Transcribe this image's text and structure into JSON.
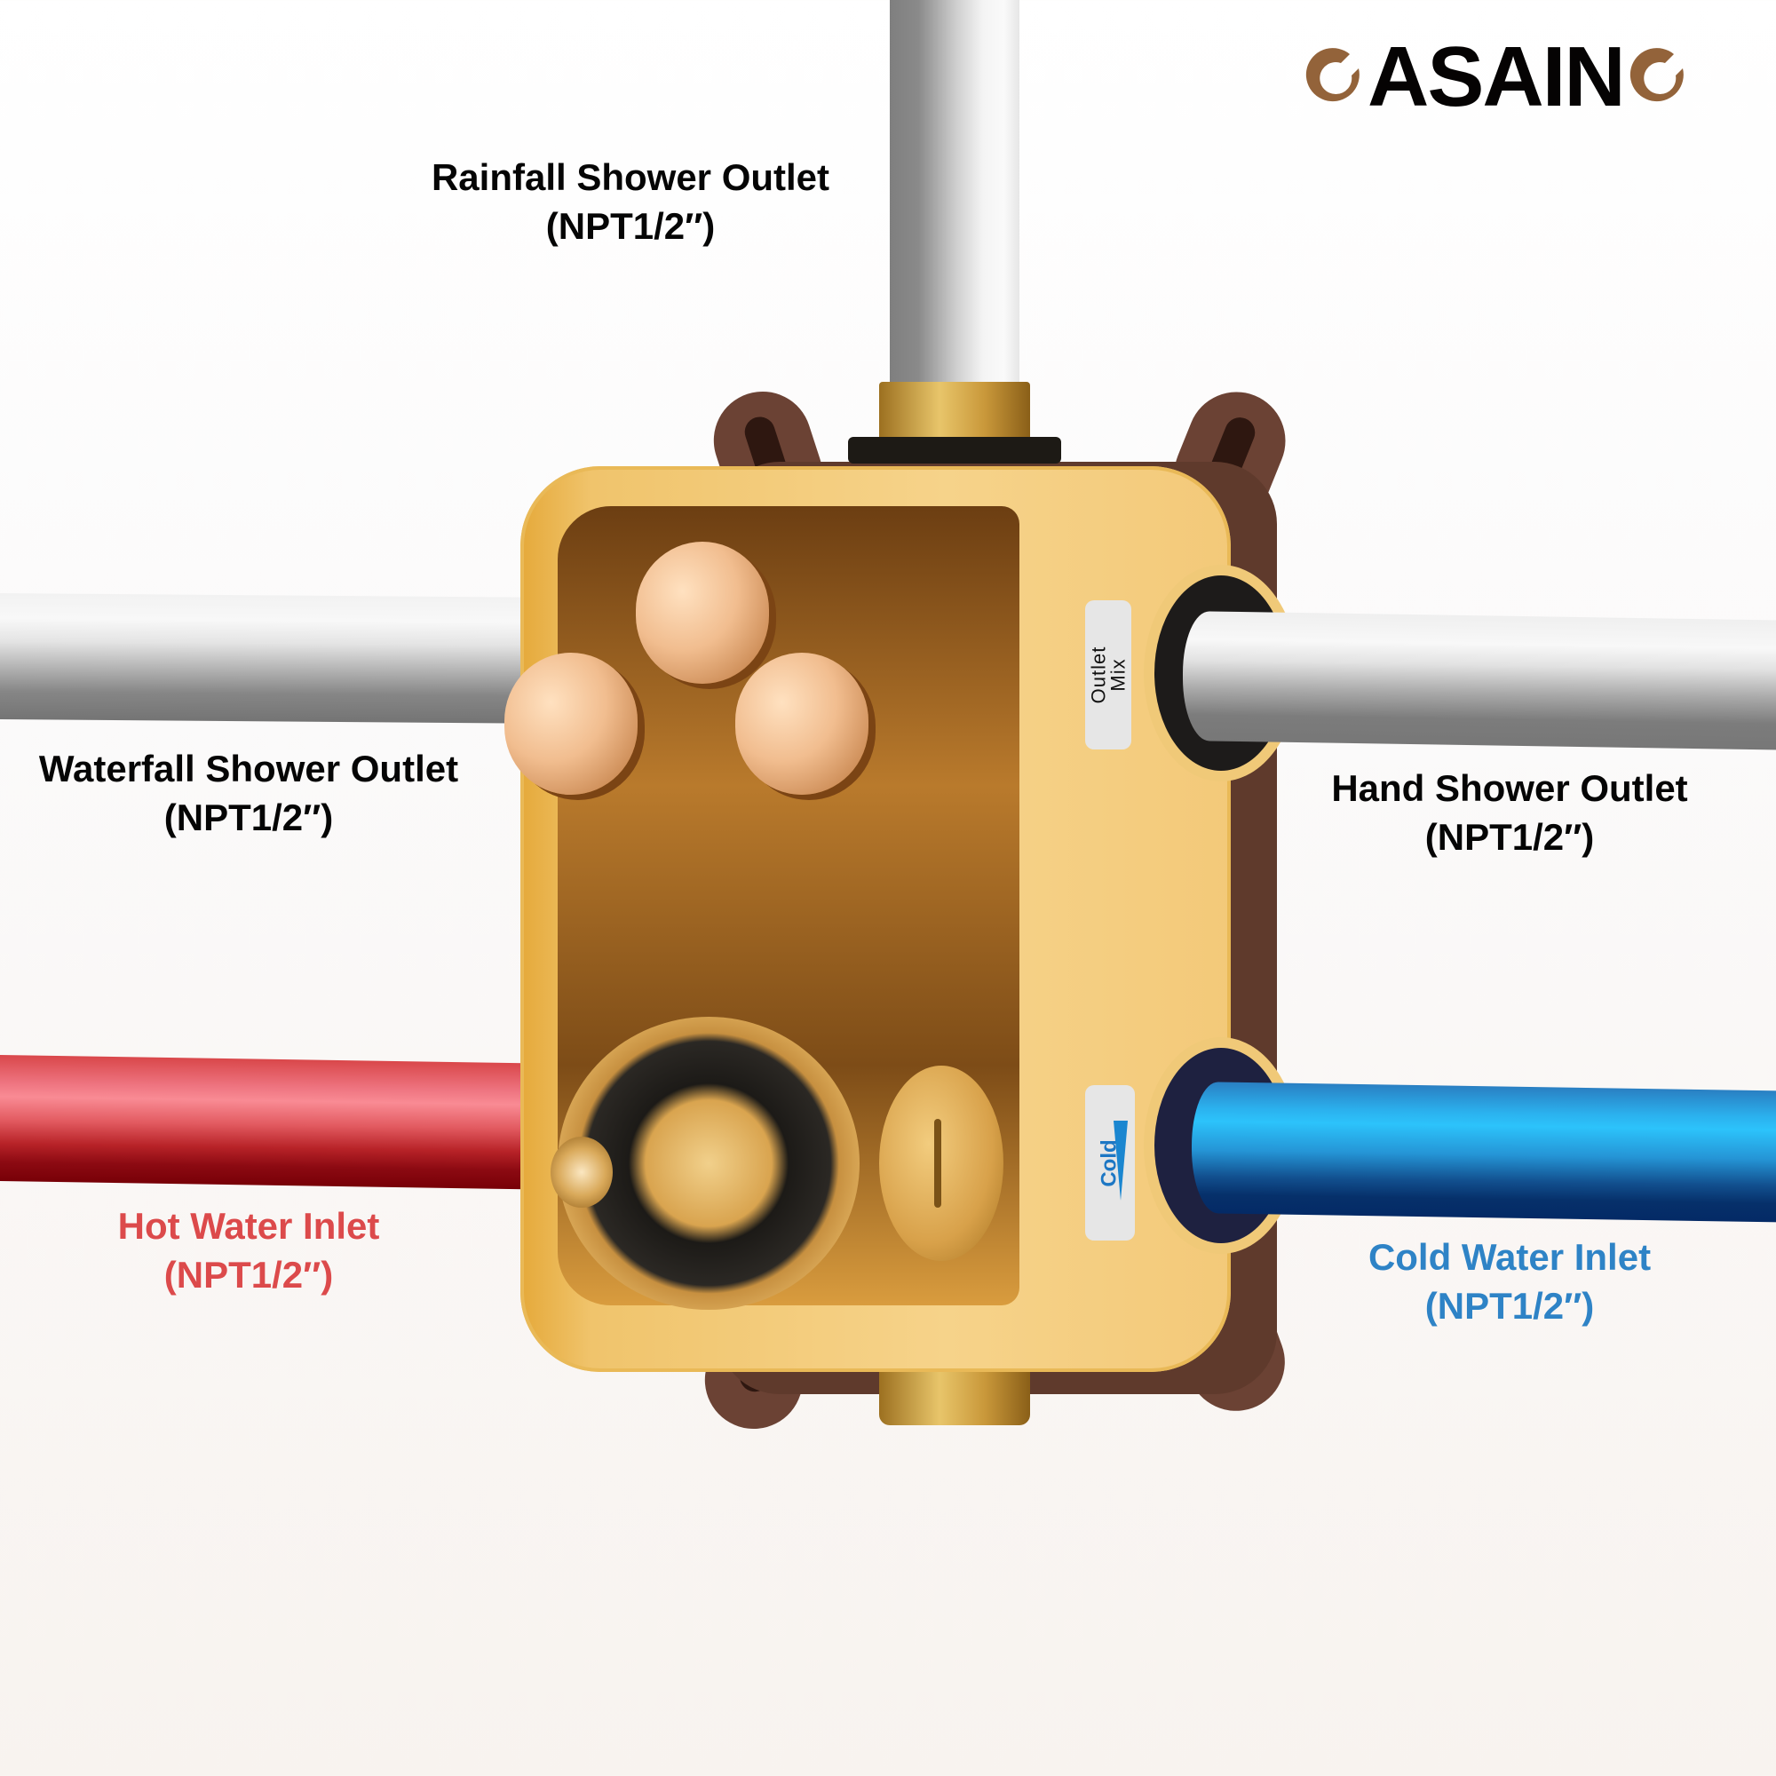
{
  "brand": {
    "name": "CASAINO",
    "wordmark": "ASAIN",
    "leading_mark": "ring-c-icon",
    "trailing_mark": "ring-o-icon",
    "colors": {
      "text": "#050303",
      "accent": "#93633a"
    }
  },
  "background": {
    "top": "#ffffff",
    "bottom": "#f8f3ef"
  },
  "labels": {
    "rainfall": {
      "title": "Rainfall Shower Outlet",
      "spec": "(NPT1/2″)",
      "color": "#050505"
    },
    "waterfall": {
      "title": "Waterfall Shower Outlet",
      "spec": "(NPT1/2″)",
      "color": "#050505"
    },
    "hand": {
      "title": "Hand Shower Outlet",
      "spec": "(NPT1/2″)",
      "color": "#050505"
    },
    "hot": {
      "title": "Hot Water Inlet",
      "spec": "(NPT1/2″)",
      "color": "#dc4a4b"
    },
    "cold": {
      "title": "Cold Water Inlet",
      "spec": "(NPT1/2″)",
      "color": "#2e83c6"
    }
  },
  "valve": {
    "stickers": {
      "outlet": {
        "line1": "Outlet",
        "line2": "Mix"
      },
      "cold": {
        "text": "Cold",
        "arrow": "arrow-down-icon",
        "color": "#1a86d0"
      }
    },
    "diverter_caps": 3
  },
  "pipes": {
    "rainfall": {
      "orientation": "vertical",
      "color": "gray"
    },
    "waterfall": {
      "orientation": "horizontal",
      "color": "gray"
    },
    "hand": {
      "orientation": "horizontal",
      "color": "gray"
    },
    "hot": {
      "orientation": "horizontal",
      "color": "red"
    },
    "cold": {
      "orientation": "horizontal",
      "color": "blue"
    }
  }
}
